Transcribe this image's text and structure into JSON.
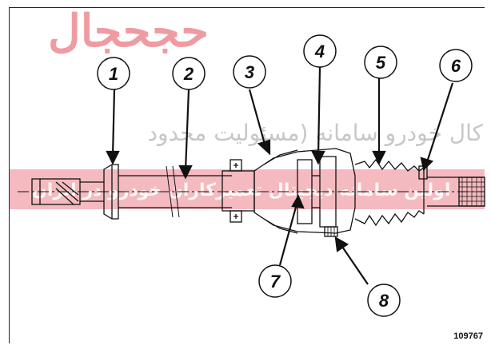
{
  "figure": {
    "reference": "109767",
    "callouts": [
      {
        "label": "1"
      },
      {
        "label": "2"
      },
      {
        "label": "3"
      },
      {
        "label": "4"
      },
      {
        "label": "5"
      },
      {
        "label": "6"
      },
      {
        "label": "7"
      },
      {
        "label": "8"
      }
    ]
  },
  "watermark": {
    "logo_text": "حجحجال",
    "line1": "کال خودرو سامانه (مسئولیت محدود",
    "line2": "اولین سامانه دیجیتال تعمیرکاران خودرو در ایران"
  },
  "colors": {
    "watermark_red": "#e24a55",
    "watermark_band": "#f0a3a9",
    "ink": "#111111"
  }
}
